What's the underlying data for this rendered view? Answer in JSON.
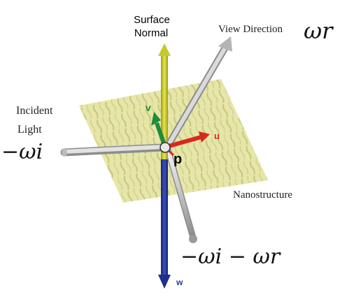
{
  "labels": {
    "surface_normal_line1": "Surface",
    "surface_normal_line2": "Normal",
    "view_direction": "View Direction",
    "incident_line1": "Incident",
    "incident_line2": "Light",
    "nanostructure": "Nanostructure",
    "point": "p",
    "u": "u",
    "v": "v",
    "w": "w"
  },
  "math": {
    "omega_r": "ωr",
    "minus_omega_i": "−ωi",
    "sum": "−ωi − ωr"
  },
  "colors": {
    "surface_fill": "#e2e29a",
    "normal_axis": "#c8c832",
    "w_axis": "#2a3c9c",
    "u_axis": "#d8281e",
    "v_axis": "#1e8c3a",
    "rays": "#c8c8c8"
  }
}
